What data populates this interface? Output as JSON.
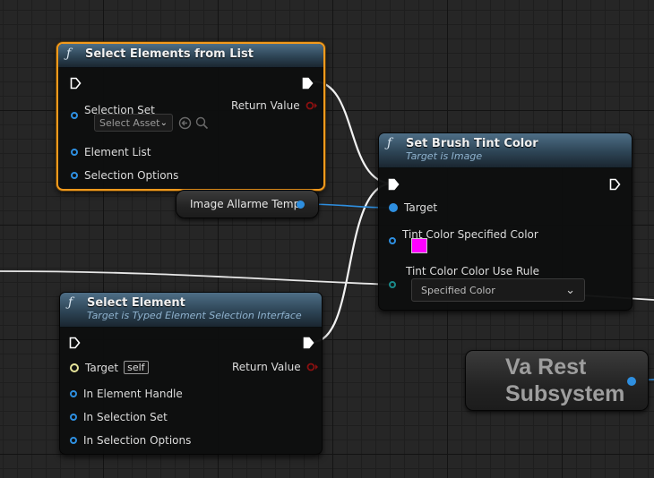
{
  "colors": {
    "object_pin": "#2e8fe0",
    "exec_pin": "#ffffff",
    "selected_outline": "#f39a1d",
    "tint_swatch": "#ff00ff"
  },
  "node_select_elements_list": {
    "title": "Select Elements from List",
    "pins": {
      "selection_set": "Selection Set",
      "return_value": "Return Value",
      "element_list": "Element List",
      "selection_options": "Selection Options"
    },
    "asset_combo": "Select Asset",
    "icons": [
      "function-icon",
      "exec-in-icon",
      "exec-out-icon",
      "chevron-down-icon",
      "browse-back-icon",
      "search-icon"
    ]
  },
  "node_set_brush_tint": {
    "title": "Set Brush Tint Color",
    "subtitle": "Target is Image",
    "pins": {
      "target": "Target",
      "tint_specified": "Tint Color Specified Color",
      "tint_rule": "Tint Color Color Use Rule"
    },
    "rule_combo": "Specified Color"
  },
  "node_select_element": {
    "title": "Select Element",
    "subtitle": "Target is Typed Element Selection Interface",
    "pins": {
      "target": "Target",
      "self_tag": "self",
      "return_value": "Return Value",
      "in_element_handle": "In Element Handle",
      "in_selection_set": "In Selection Set",
      "in_selection_options": "In Selection Options"
    }
  },
  "var_image_allarme": {
    "label": "Image Allarme Temp"
  },
  "var_va_rest": {
    "line1": "Va Rest",
    "line2": "Subsystem"
  }
}
